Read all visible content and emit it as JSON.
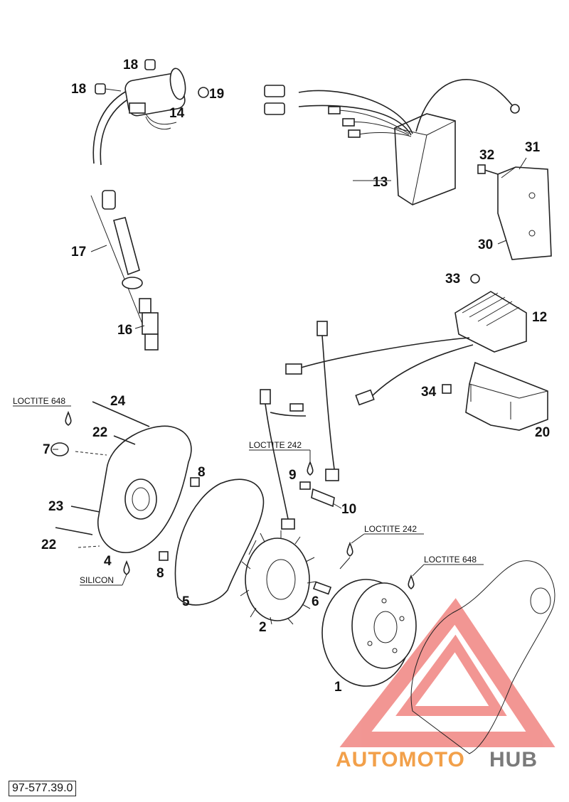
{
  "callouts": {
    "c18a": "18",
    "c18b": "18",
    "c14": "14",
    "c19": "19",
    "c13": "13",
    "c32": "32",
    "c31": "31",
    "c30": "30",
    "c17": "17",
    "c16": "16",
    "c33": "33",
    "c12": "12",
    "c34": "34",
    "c20": "20",
    "c24": "24",
    "c22a": "22",
    "c7": "7",
    "c8a": "8",
    "c9": "9",
    "c10": "10",
    "c23": "23",
    "c22b": "22",
    "c4": "4",
    "c8b": "8",
    "c5": "5",
    "c2": "2",
    "c6": "6",
    "c1": "1"
  },
  "notes": {
    "loctite_648_a": "LOCTITE 648",
    "loctite_242_a": "LOCTITE 242",
    "loctite_242_b": "LOCTITE 242",
    "loctite_648_b": "LOCTITE 648",
    "silicon": "SILICON"
  },
  "document_id": "97-577.39.0",
  "watermark": {
    "part1": "AUTOMOTO",
    "part2": "HUB",
    "color1": "#f2a04a",
    "color2": "#7a7a7a",
    "triangle_color": "#e8423c"
  }
}
